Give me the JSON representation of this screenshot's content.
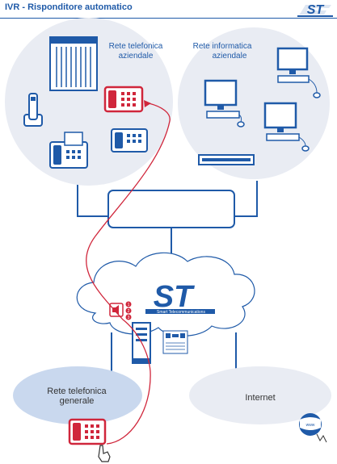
{
  "header": {
    "title": "IVR - Risponditore automatico"
  },
  "logo": {
    "text": "ST",
    "tagline": "Smart Telecommunications"
  },
  "clouds": {
    "corporate_phone": {
      "line1": "Rete telefonica",
      "line2": "aziendale"
    },
    "corporate_it": {
      "line1": "Rete informatica",
      "line2": "aziendale"
    },
    "public_phone": {
      "line1": "Rete telefonica",
      "line2": "generale"
    },
    "internet": {
      "label": "Internet"
    }
  },
  "ivr_badge": {
    "numbers": [
      "1",
      "2",
      "3"
    ]
  },
  "colors": {
    "brand": "#1f5aa8",
    "cloud": "#e9ecf3",
    "public_cloud": "#c9d8ee",
    "accent_red": "#d0263b",
    "line_blue": "#1f5aa8"
  }
}
